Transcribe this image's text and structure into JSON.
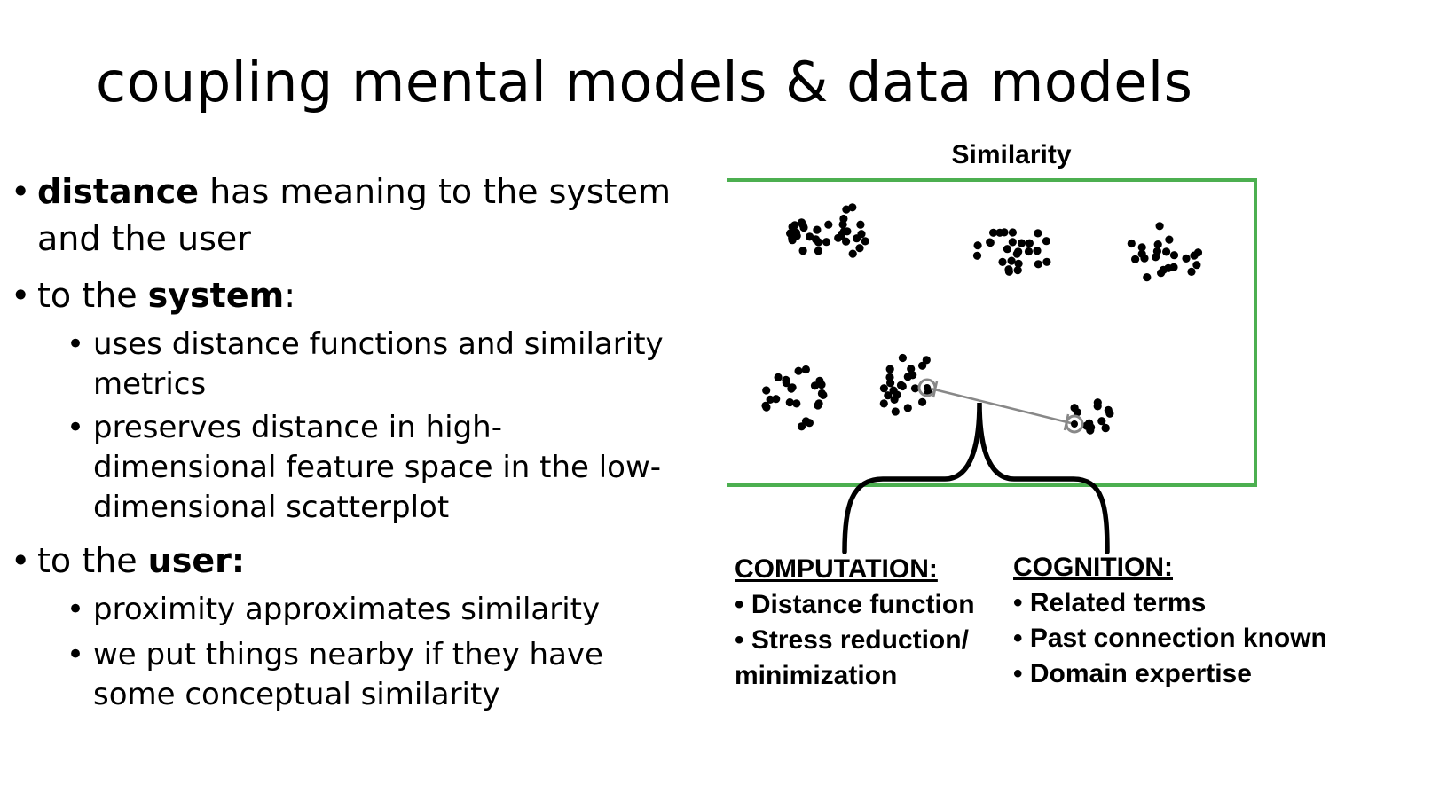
{
  "slide": {
    "title": "coupling mental models & data models"
  },
  "bullets": {
    "b1": {
      "bold": "distance",
      "rest_line1": " has meaning to the system",
      "line2": "and the user"
    },
    "b2": {
      "pre": "to the ",
      "bold": "system",
      "post": ":"
    },
    "b2_sub": [
      {
        "line1": "uses distance functions and similarity",
        "line2": "metrics"
      },
      {
        "line1": "preserves distance in high-",
        "line2": "dimensional feature space in the low-",
        "line3": "dimensional scatterplot"
      }
    ],
    "b3": {
      "pre": "to the ",
      "bold": "user:"
    },
    "b3_sub": [
      {
        "line1": "proximity approximates similarity"
      },
      {
        "line1": "we put things nearby if they have",
        "line2": "some conceptual similarity"
      }
    ]
  },
  "diagram": {
    "title": "Similarity",
    "frame_color": "#4caf50",
    "computation": {
      "header": "COMPUTATION:",
      "items": [
        "• Distance function",
        "• Stress reduction/",
        "minimization"
      ]
    },
    "cognition": {
      "header": "COGNITION:",
      "items": [
        "• Related terms",
        "• Past connection known",
        "• Domain expertise"
      ]
    }
  }
}
